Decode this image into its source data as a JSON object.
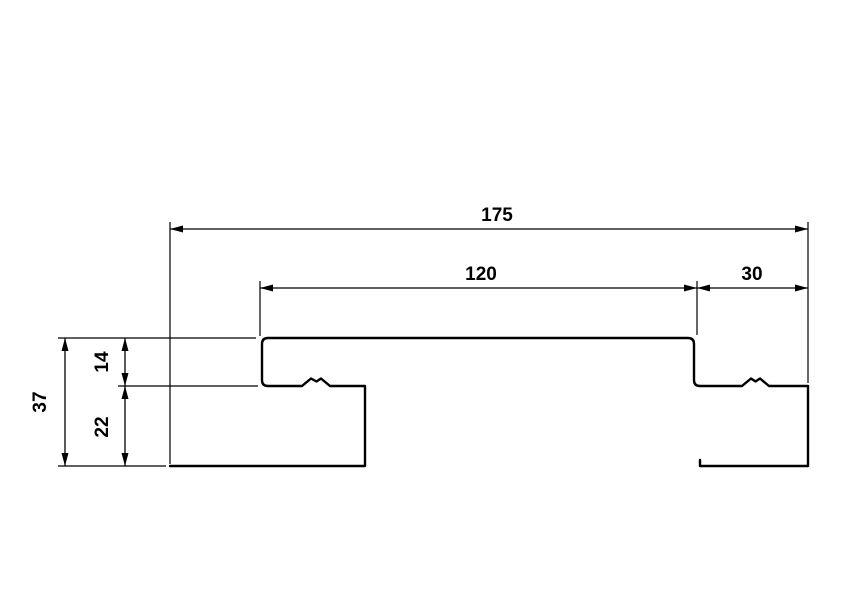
{
  "page": {
    "background": "#ffffff",
    "stroke_color": "#000000"
  },
  "drawing": {
    "type": "profile-cross-section-technical-drawing",
    "dimensions": {
      "overall_width": "175",
      "top_flat_width": "120",
      "right_flange_width": "30",
      "total_height": "37",
      "upper_step_height": "14",
      "lower_step_height": "22"
    }
  }
}
